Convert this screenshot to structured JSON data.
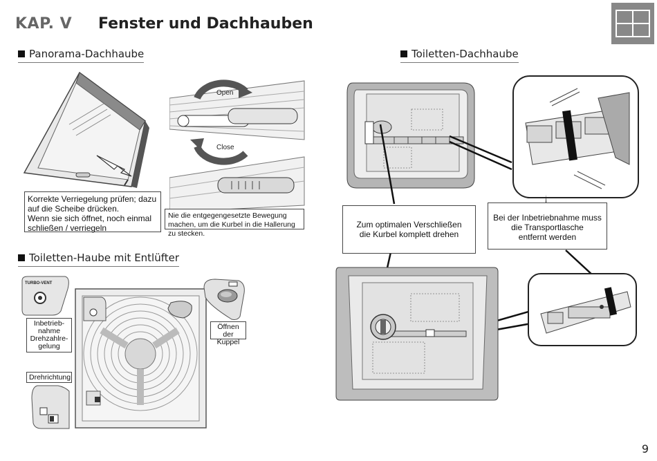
{
  "header": {
    "chapter": "KAP. V",
    "title": "Fenster und Dachhauben"
  },
  "sections": {
    "panorama": "Panorama-Dachhaube",
    "toilet_vent": "Toiletten-Haube mit Entlüfter",
    "toilet_hatch": "Toiletten-Dachhaube"
  },
  "panorama": {
    "note_check": "Korrekte Verriegelung prüfen; dazu auf die Scheibe drücken.\nWenn sie sich öffnet, noch einmal schließen / verriegeln",
    "note_crank": "Nie die entgegengesetzte Bewegung machen, um die Kurbel in die Hallerung zu stecken.",
    "open_label": "Open",
    "close_label": "Close"
  },
  "toilet_vent": {
    "label_start": "Inbetrieb-\nnahme\nDrehzahlre-\ngelung",
    "label_direction": "Drehrichtung",
    "label_open": "Öffnen der\nKuppel",
    "device_label": "TURBO-VENT"
  },
  "toilet_hatch": {
    "note_crank": "Zum optimalen Verschließen\ndie Kurbel komplett drehen",
    "note_strap": "Bei der Inbetriebnahme muss\ndie Transportlasche\nentfernt werden"
  },
  "page_number": "9",
  "colors": {
    "chapter_gray": "#666666",
    "tab_gray": "#888888"
  }
}
